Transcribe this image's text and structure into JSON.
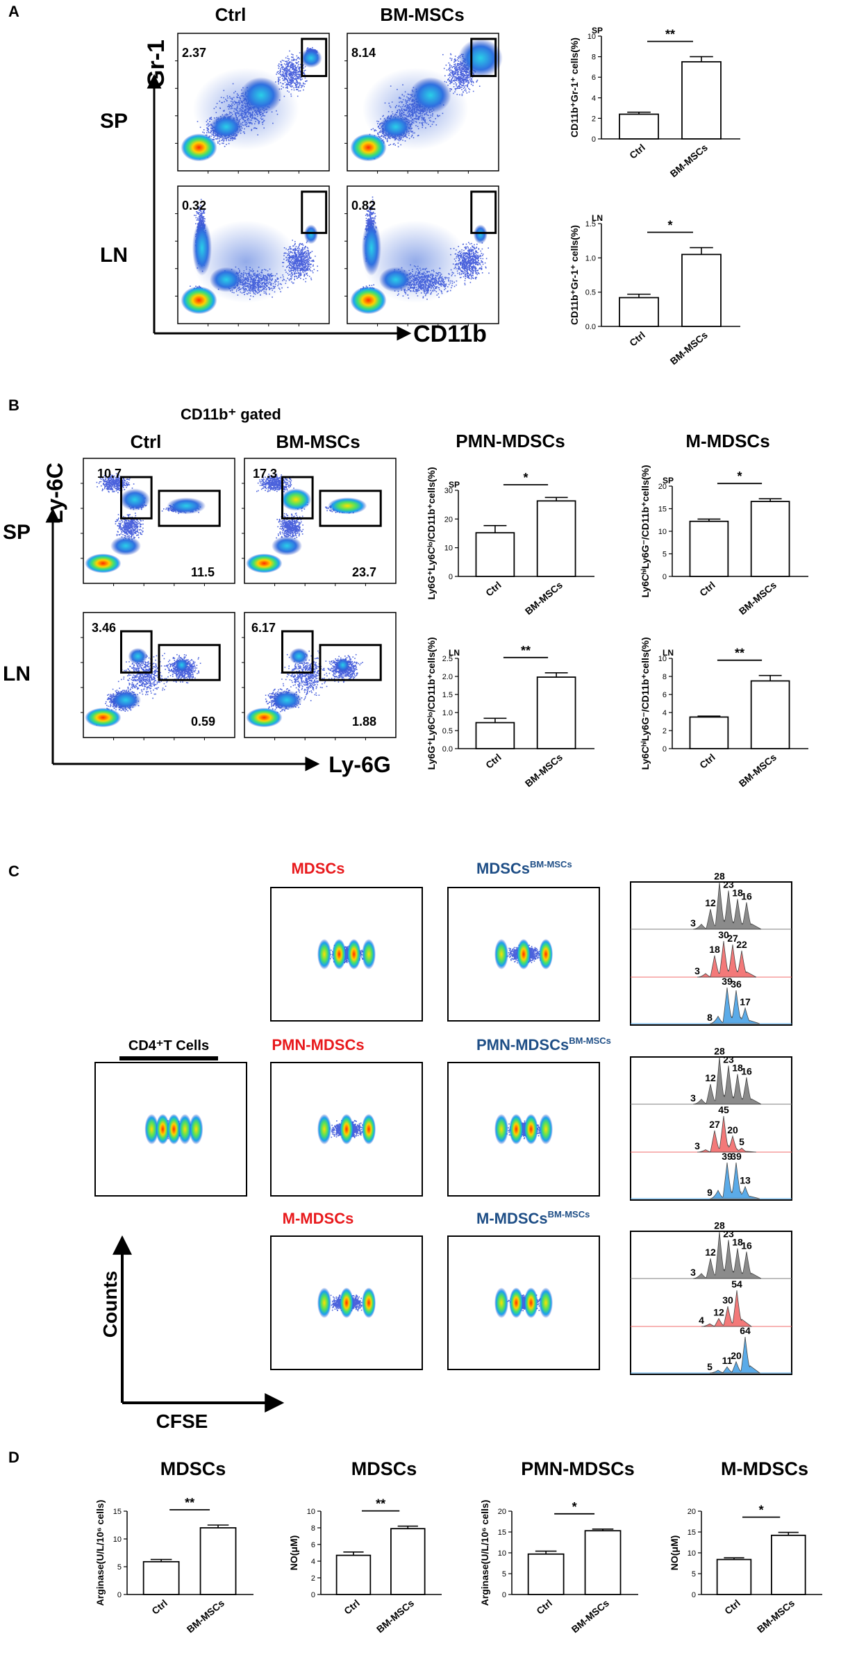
{
  "panels": {
    "A": {
      "letter": "A",
      "col_labels": [
        "Ctrl",
        "BM-MSCs"
      ],
      "row_labels": [
        "SP",
        "LN"
      ],
      "y_axis": "Gr-1",
      "x_axis": "CD11b",
      "gate_values": [
        [
          "2.37",
          "8.14"
        ],
        [
          "0.32",
          "0.82"
        ]
      ]
    },
    "B": {
      "letter": "B",
      "header": "CD11b⁺ gated",
      "col_labels": [
        "Ctrl",
        "BM-MSCs"
      ],
      "row_labels": [
        "SP",
        "LN"
      ],
      "y_axis": "Ly-6C",
      "x_axis": "Ly-6G",
      "gate_values": [
        {
          "upper": "10.7",
          "lower": "11.5"
        },
        {
          "upper": "17.3",
          "lower": "23.7"
        },
        {
          "upper": "3.46",
          "lower": "0.59"
        },
        {
          "upper": "6.17",
          "lower": "1.88"
        }
      ],
      "bar_titles": [
        "PMN-MDSCs",
        "M-MDSCs"
      ]
    },
    "C": {
      "letter": "C",
      "rows": [
        {
          "left": "MDSCs",
          "right_main": "MDSCs",
          "right_sup": "BM-MSCs"
        },
        {
          "left": "PMN-MDSCs",
          "right_main": "PMN-MDSCs",
          "right_sup": "BM-MSCs"
        },
        {
          "left": "M-MDSCs",
          "right_main": "M-MDSCs",
          "right_sup": "BM-MSCs"
        }
      ],
      "cd4_label": "CD4⁺T Cells",
      "y_axis": "Counts",
      "x_axis": "CFSE",
      "histograms": [
        {
          "gray": [
            "3",
            "12",
            "28",
            "23",
            "18",
            "16"
          ],
          "red": [
            "3",
            "18",
            "30",
            "27",
            "22"
          ],
          "blue": [
            "8",
            "39",
            "36",
            "17"
          ]
        },
        {
          "gray": [
            "3",
            "12",
            "28",
            "23",
            "18",
            "16"
          ],
          "red": [
            "3",
            "27",
            "45",
            "20",
            "5"
          ],
          "blue": [
            "9",
            "39",
            "39",
            "13"
          ]
        },
        {
          "gray": [
            "3",
            "12",
            "28",
            "23",
            "18",
            "16"
          ],
          "red": [
            "4",
            "12",
            "30",
            "54"
          ],
          "blue": [
            "5",
            "11",
            "20",
            "64"
          ]
        }
      ]
    },
    "D": {
      "letter": "D"
    }
  },
  "colors": {
    "ctrl_red": "#e8191c",
    "msc_blue": "#1e4e86",
    "gray_hist": "#7f7f7f",
    "red_hist": "#f26b6b",
    "blue_hist": "#4aa3e6"
  },
  "chart_data": [
    {
      "id": "A-SP",
      "type": "bar",
      "tag": "SP",
      "categories": [
        "Ctrl",
        "BM-MSCs"
      ],
      "values": [
        2.4,
        7.5
      ],
      "errors": [
        0.2,
        0.5
      ],
      "ylabel": "CD11b⁺Gr-1⁺ cells(%)",
      "ylim": [
        0,
        10
      ],
      "yticks": [
        "0",
        "2",
        "4",
        "6",
        "8",
        "10"
      ],
      "sig": "**"
    },
    {
      "id": "A-LN",
      "type": "bar",
      "tag": "LN",
      "categories": [
        "Ctrl",
        "BM-MSCs"
      ],
      "values": [
        0.42,
        1.05
      ],
      "errors": [
        0.05,
        0.1
      ],
      "ylabel": "CD11b⁺Gr-1⁺ cells(%)",
      "ylim": [
        0,
        1.5
      ],
      "yticks": [
        "0.0",
        "0.5",
        "1.0",
        "1.5"
      ],
      "sig": "*"
    },
    {
      "id": "B-PMN-SP",
      "type": "bar",
      "tag": "SP",
      "categories": [
        "Ctrl",
        "BM-MSCs"
      ],
      "values": [
        15.2,
        26.3
      ],
      "errors": [
        2.5,
        1.2
      ],
      "ylabel": "Ly6G⁺Ly6Cˡᵒ/CD11b⁺cells(%)",
      "ylim": [
        0,
        30
      ],
      "yticks": [
        "0",
        "10",
        "20",
        "30"
      ],
      "sig": "*"
    },
    {
      "id": "B-M-SP",
      "type": "bar",
      "tag": "SP",
      "categories": [
        "Ctrl",
        "BM-MSCs"
      ],
      "values": [
        12.2,
        16.6
      ],
      "errors": [
        0.5,
        0.6
      ],
      "ylabel": "Ly6CʰⁱLy6G⁻/CD11b⁺cells(%)",
      "ylim": [
        0,
        20
      ],
      "yticks": [
        "0",
        "5",
        "10",
        "15",
        "20"
      ],
      "sig": "*"
    },
    {
      "id": "B-PMN-LN",
      "type": "bar",
      "tag": "LN",
      "categories": [
        "Ctrl",
        "BM-MSCs"
      ],
      "values": [
        0.72,
        1.98
      ],
      "errors": [
        0.12,
        0.12
      ],
      "ylabel": "Ly6G⁺Ly6Cˡᵒ/CD11b⁺cells(%)",
      "ylim": [
        0,
        2.5
      ],
      "yticks": [
        "0.0",
        "0.5",
        "1.0",
        "1.5",
        "2.0",
        "2.5"
      ],
      "sig": "**"
    },
    {
      "id": "B-M-LN",
      "type": "bar",
      "tag": "LN",
      "categories": [
        "Ctrl",
        "BM-MSCs"
      ],
      "values": [
        3.5,
        7.5
      ],
      "errors": [
        0.1,
        0.6
      ],
      "ylabel": "Ly6CʰⁱLy6G⁻/CD11b⁺cells(%)",
      "ylim": [
        0,
        10
      ],
      "yticks": [
        "0",
        "2",
        "4",
        "6",
        "8",
        "10"
      ],
      "sig": "**"
    },
    {
      "id": "D1",
      "type": "bar",
      "title": "MDSCs",
      "categories": [
        "Ctrl",
        "BM-MSCs"
      ],
      "values": [
        5.9,
        12.0
      ],
      "errors": [
        0.4,
        0.5
      ],
      "ylabel": "Arginase(U/L/10⁶ cells)",
      "ylim": [
        0,
        15
      ],
      "yticks": [
        "0",
        "5",
        "10",
        "15"
      ],
      "sig": "**"
    },
    {
      "id": "D2",
      "type": "bar",
      "title": "MDSCs",
      "categories": [
        "Ctrl",
        "BM-MSCs"
      ],
      "values": [
        4.7,
        7.9
      ],
      "errors": [
        0.4,
        0.3
      ],
      "ylabel": "NO(μM)",
      "ylim": [
        0,
        10
      ],
      "yticks": [
        "0",
        "2",
        "4",
        "6",
        "8",
        "10"
      ],
      "sig": "**"
    },
    {
      "id": "D3",
      "type": "bar",
      "title": "PMN-MDSCs",
      "categories": [
        "Ctrl",
        "BM-MSCs"
      ],
      "values": [
        9.7,
        15.3
      ],
      "errors": [
        0.7,
        0.4
      ],
      "ylabel": "Arginase(U/L/10⁶ cells)",
      "ylim": [
        0,
        20
      ],
      "yticks": [
        "0",
        "5",
        "10",
        "15",
        "20"
      ],
      "sig": "*"
    },
    {
      "id": "D4",
      "type": "bar",
      "title": "M-MDSCs",
      "categories": [
        "Ctrl",
        "BM-MSCs"
      ],
      "values": [
        8.4,
        14.2
      ],
      "errors": [
        0.4,
        0.7
      ],
      "ylabel": "NO(μM)",
      "ylim": [
        0,
        20
      ],
      "yticks": [
        "0",
        "5",
        "10",
        "15",
        "20"
      ],
      "sig": "*"
    }
  ]
}
